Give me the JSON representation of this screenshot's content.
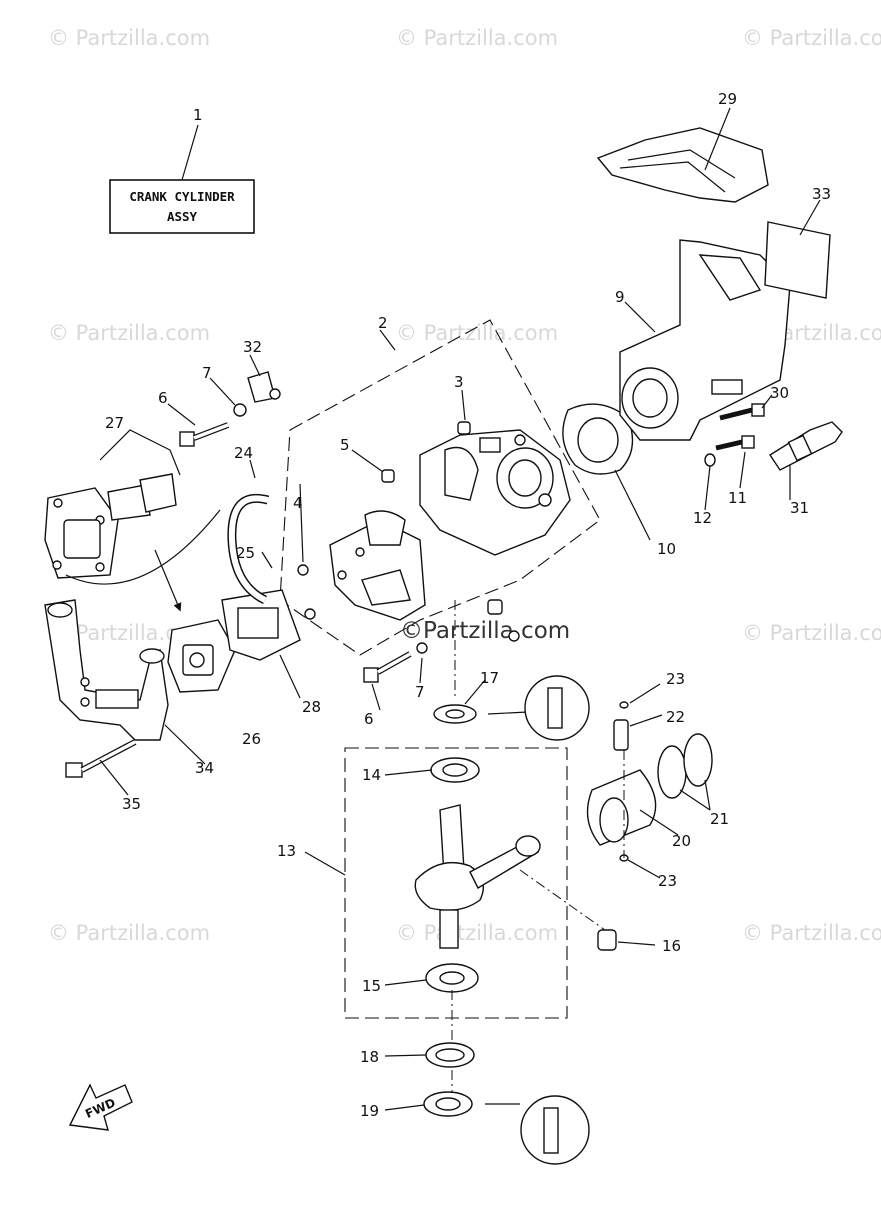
{
  "watermark": {
    "text": "© Partzilla.com",
    "center_text": "©Partzilla.com"
  },
  "title_box": {
    "line1": "CRANK CYLINDER",
    "line2": "ASSY"
  },
  "fwd_label": "FWD",
  "callouts": [
    "1",
    "2",
    "3",
    "4",
    "5",
    "6",
    "6",
    "7",
    "7",
    "9",
    "10",
    "11",
    "12",
    "13",
    "14",
    "15",
    "16",
    "17",
    "18",
    "19",
    "20",
    "21",
    "22",
    "23",
    "23",
    "24",
    "25",
    "26",
    "27",
    "28",
    "29",
    "30",
    "31",
    "32",
    "33",
    "34",
    "35"
  ]
}
